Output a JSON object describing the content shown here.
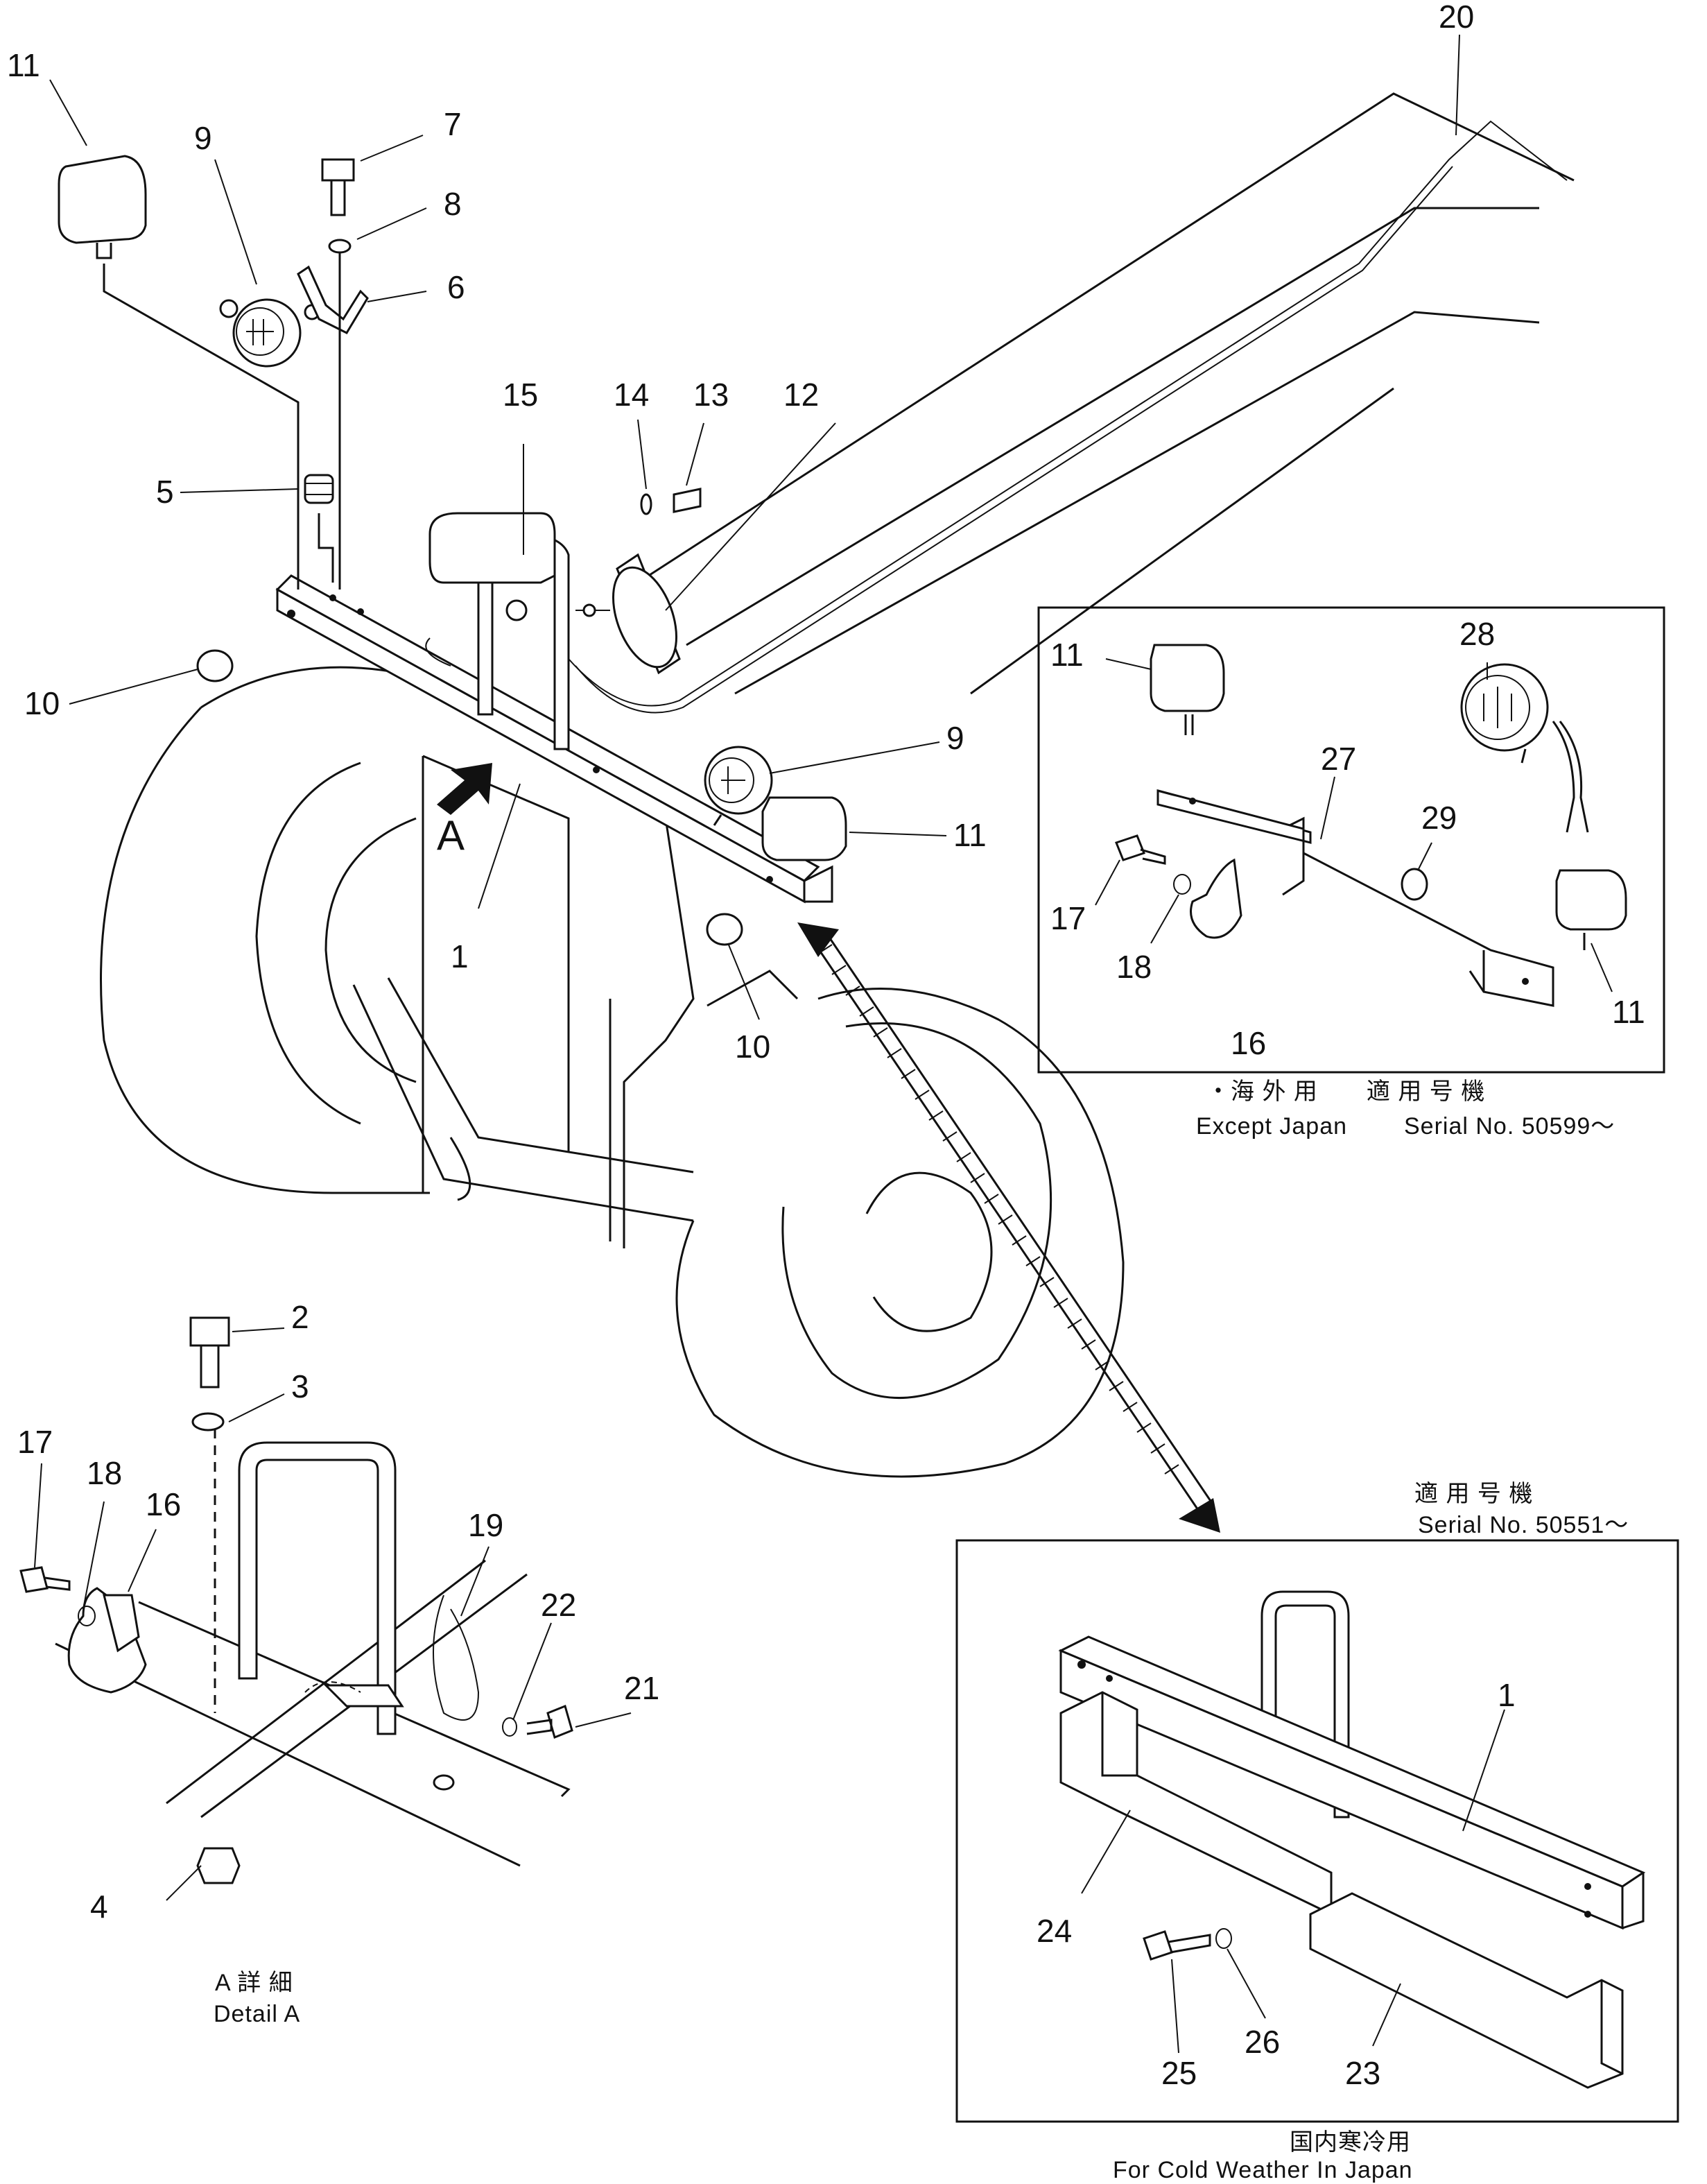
{
  "part_labels": {
    "p1": "1",
    "p2": "2",
    "p3": "3",
    "p4": "4",
    "p5": "5",
    "p6": "6",
    "p7": "7",
    "p8": "8",
    "p9": "9",
    "p10": "10",
    "p11": "11",
    "p12": "12",
    "p13": "13",
    "p14": "14",
    "p15": "15",
    "p16": "16",
    "p17": "17",
    "p18": "18",
    "p19": "19",
    "p20": "20",
    "p21": "21",
    "p22": "22",
    "p23": "23",
    "p24": "24",
    "p25": "25",
    "p26": "26",
    "p27": "27",
    "p28": "28",
    "p29": "29"
  },
  "view_marker": "A",
  "inset_except_japan": {
    "jp_caption": "・海 外 用　　適 用 号 機",
    "caption": "Except Japan",
    "serial": "Serial No. 50599～"
  },
  "inset_cold_weather": {
    "jp_serial_heading": "適 用 号 機",
    "serial": "Serial  No.  50551～",
    "jp_caption": "国内寒冷用",
    "caption": "For  Cold  Weather  In  Japan"
  },
  "detail_a": {
    "jp_title": "A 詳 細",
    "title": "Detail A"
  }
}
